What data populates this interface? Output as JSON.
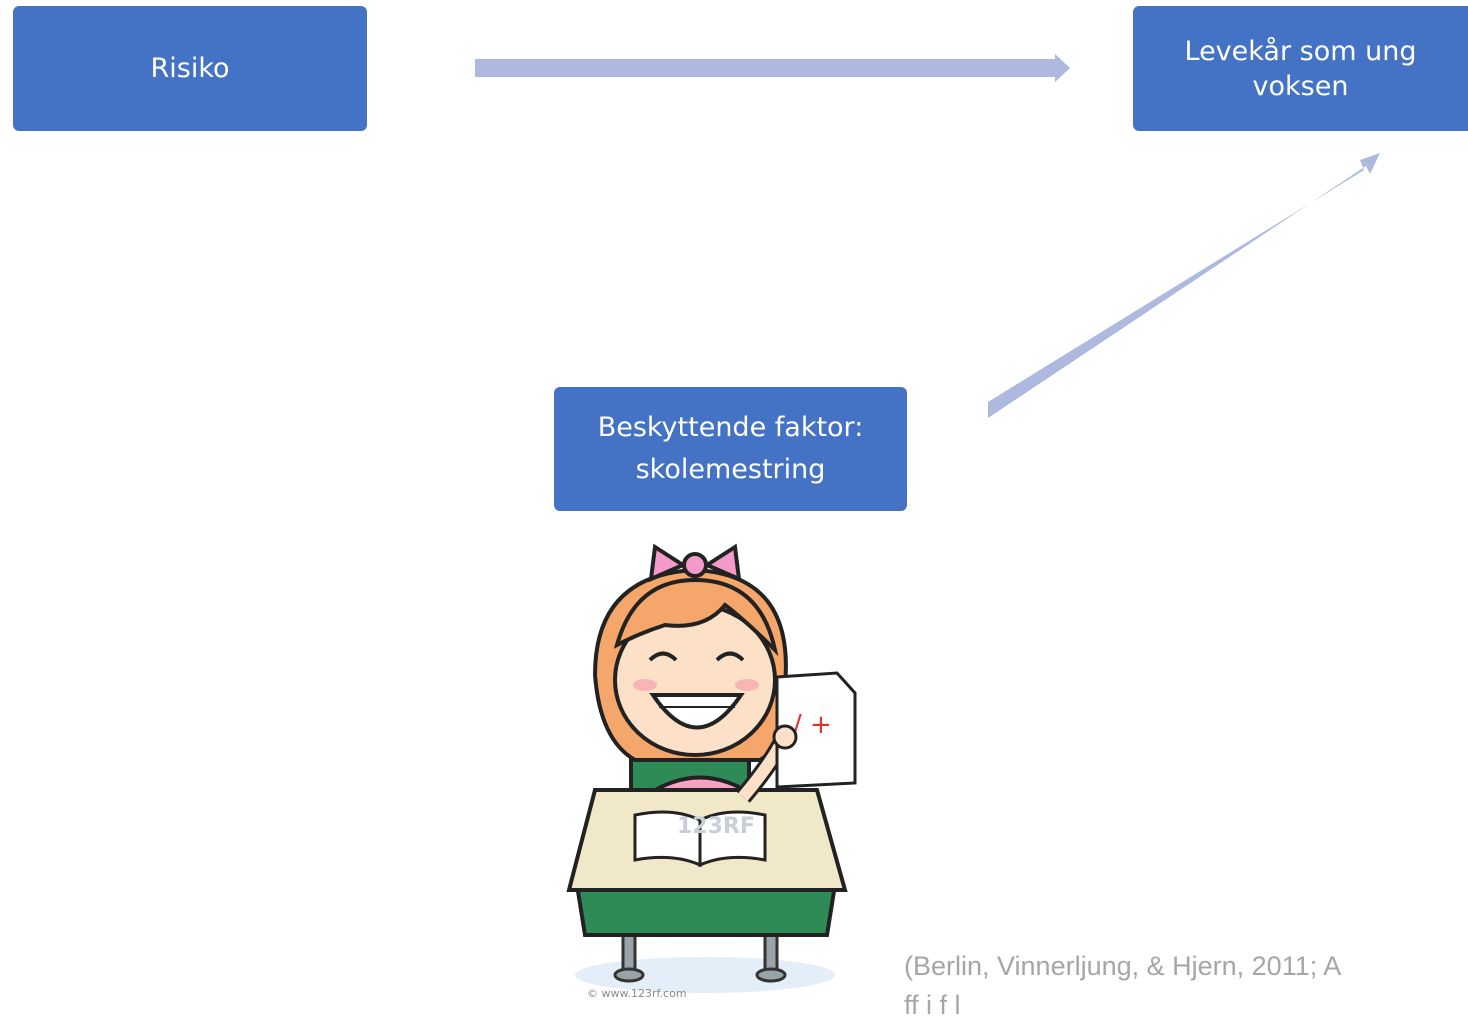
{
  "boxes": {
    "risk": "Risiko",
    "outcome": "Levekår som ung voksen",
    "protective_line1": "Beskyttende faktor:",
    "protective_line2": "skolemestring"
  },
  "citation": {
    "line1": "(Berlin, Vinnerljung, & Hjern, 2011; A",
    "line2": "  ff     i    f  l    "
  },
  "illustration": {
    "watermark": "© www.123rf.com",
    "book_watermark": "123RF",
    "grade_marks": "/ +"
  },
  "colors": {
    "box_fill": "#4472c4",
    "arrow": "#adb9df",
    "citation": "#a6a6a6"
  }
}
